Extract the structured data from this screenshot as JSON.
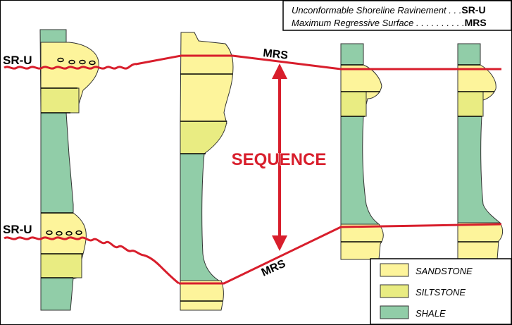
{
  "legend_top": [
    {
      "text": "Unconformable Shoreline Ravinement . . .",
      "abbr": "SR-U"
    },
    {
      "text": "Maximum Regressive Surface . . . . . . . . . .",
      "abbr": "MRS"
    }
  ],
  "labels": {
    "sru_upper": "SR-U",
    "sru_lower": "SR-U",
    "mrs_upper": "MRS",
    "mrs_lower": "MRS",
    "sequence": "SEQUENCE"
  },
  "lithology_legend": [
    {
      "name": "SANDSTONE",
      "color": "#fdf49b"
    },
    {
      "name": "SILTSTONE",
      "color": "#e9ec82"
    },
    {
      "name": "SHALE",
      "color": "#91cda8"
    }
  ],
  "colors": {
    "sandstone": "#fdf49b",
    "siltstone": "#e9ec82",
    "shale": "#91cda8",
    "surface_line": "#d81e2c",
    "outline": "#333333"
  }
}
